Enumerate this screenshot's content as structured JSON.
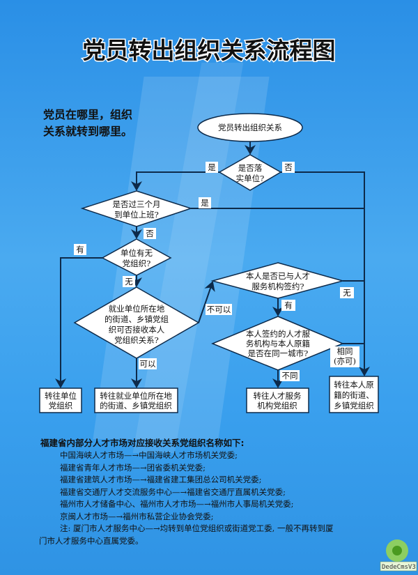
{
  "title": "党员转出组织关系流程图",
  "slogan": [
    "党员在哪里，组织",
    "关系就转到哪里。"
  ],
  "flow": {
    "start": "党员转出组织关系",
    "d1": [
      "是否落",
      "实单位?"
    ],
    "d2": [
      "是否过三个月",
      "到单位上班?"
    ],
    "d3": [
      "单位有无",
      "党组织?"
    ],
    "d4": [
      "就业单位所在地",
      "的街道、乡镇党组",
      "织可否接收本人",
      "党组织关系?"
    ],
    "d5": [
      "本人是否已与人才",
      "服务机构签约?"
    ],
    "d6": [
      "本人签约的人才服",
      "务机构与本人原籍",
      "是否在同一城市?"
    ],
    "box1": [
      "转往单位",
      "党组织"
    ],
    "box2": [
      "转往就业单位所在地",
      "的街道、乡镇党组织"
    ],
    "box3": [
      "转往人才服务",
      "机构党组织"
    ],
    "box4": [
      "转往本人原",
      "籍的街道、",
      "乡镇党组织"
    ],
    "labels": {
      "d1_yes": "是",
      "d1_no": "否",
      "d2_yes": "是",
      "d2_no": "否",
      "d3_yes": "有",
      "d3_no": "无",
      "d4_yes": "可以",
      "d4_no": "不可以",
      "d5_no": "无",
      "d5_yes": "有",
      "d6_diff": "不同",
      "d6_same": [
        "相同",
        "(亦可)"
      ]
    }
  },
  "notes": {
    "heading": "福建省内部分人才市场对应接收关系党组织名称如下:",
    "lines": [
      "中国海峡人才市场—→中国海峡人才市场机关党委;",
      "福建省青年人才市场—→团省委机关党委;",
      "福建省建筑人才市场—→福建省建工集团总公司机关党委;",
      "福建省交通厅人才交流服务中心—→福建省交通厅直属机关党委;",
      "福州市人才储备中心、福州市人才市场—→福州市人事局机关党委;",
      "京闽人才市场—→福州市私营企业协会党委;",
      "注: 厦门市人才服务中心—→均转到单位党组织或街道党工委, 一般不再转到厦"
    ],
    "last_line": "门市人才服务中心直属党委。"
  },
  "watermark": "DedeCmsV3"
}
